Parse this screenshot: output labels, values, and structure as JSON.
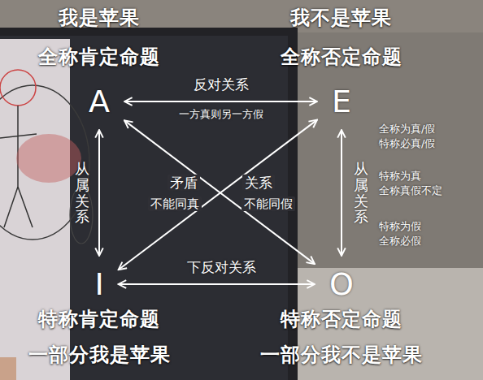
{
  "diagram": {
    "nodes": [
      {
        "text": [
          "我是苹果",
          "全称肯定命题",
          "A"
        ]
      },
      {
        "text": [
          "我不是苹果",
          "全称否定命题",
          "E"
        ]
      },
      {
        "text": [
          "I",
          "特称肯定命题",
          "一部分我是苹果"
        ]
      },
      {
        "text": [
          "O",
          "特称否定命题",
          "一部分我不是苹果"
        ]
      }
    ],
    "edges": [
      {
        "from": 0,
        "to": 1,
        "arrow": "both",
        "label": "反对关系"
      },
      {
        "from": 0,
        "to": 2,
        "arrow": "both",
        "label": "从属关系"
      },
      {
        "from": 1,
        "to": 3,
        "arrow": "both",
        "label": "从属关系"
      },
      {
        "from": 2,
        "to": 3,
        "arrow": "both",
        "label": "下反对关系"
      },
      {
        "from": 0,
        "to": 3,
        "arrow": "both"
      },
      {
        "from": 1,
        "to": 2,
        "arrow": "both"
      }
    ],
    "labels": [
      "一方真则另一方假",
      "矛盾",
      "关系",
      "不能同真",
      "不能同假",
      "全称为真/假 特称必真/假",
      "特称为真 全称真假不定",
      "特称为假 全称必假"
    ]
  }
}
